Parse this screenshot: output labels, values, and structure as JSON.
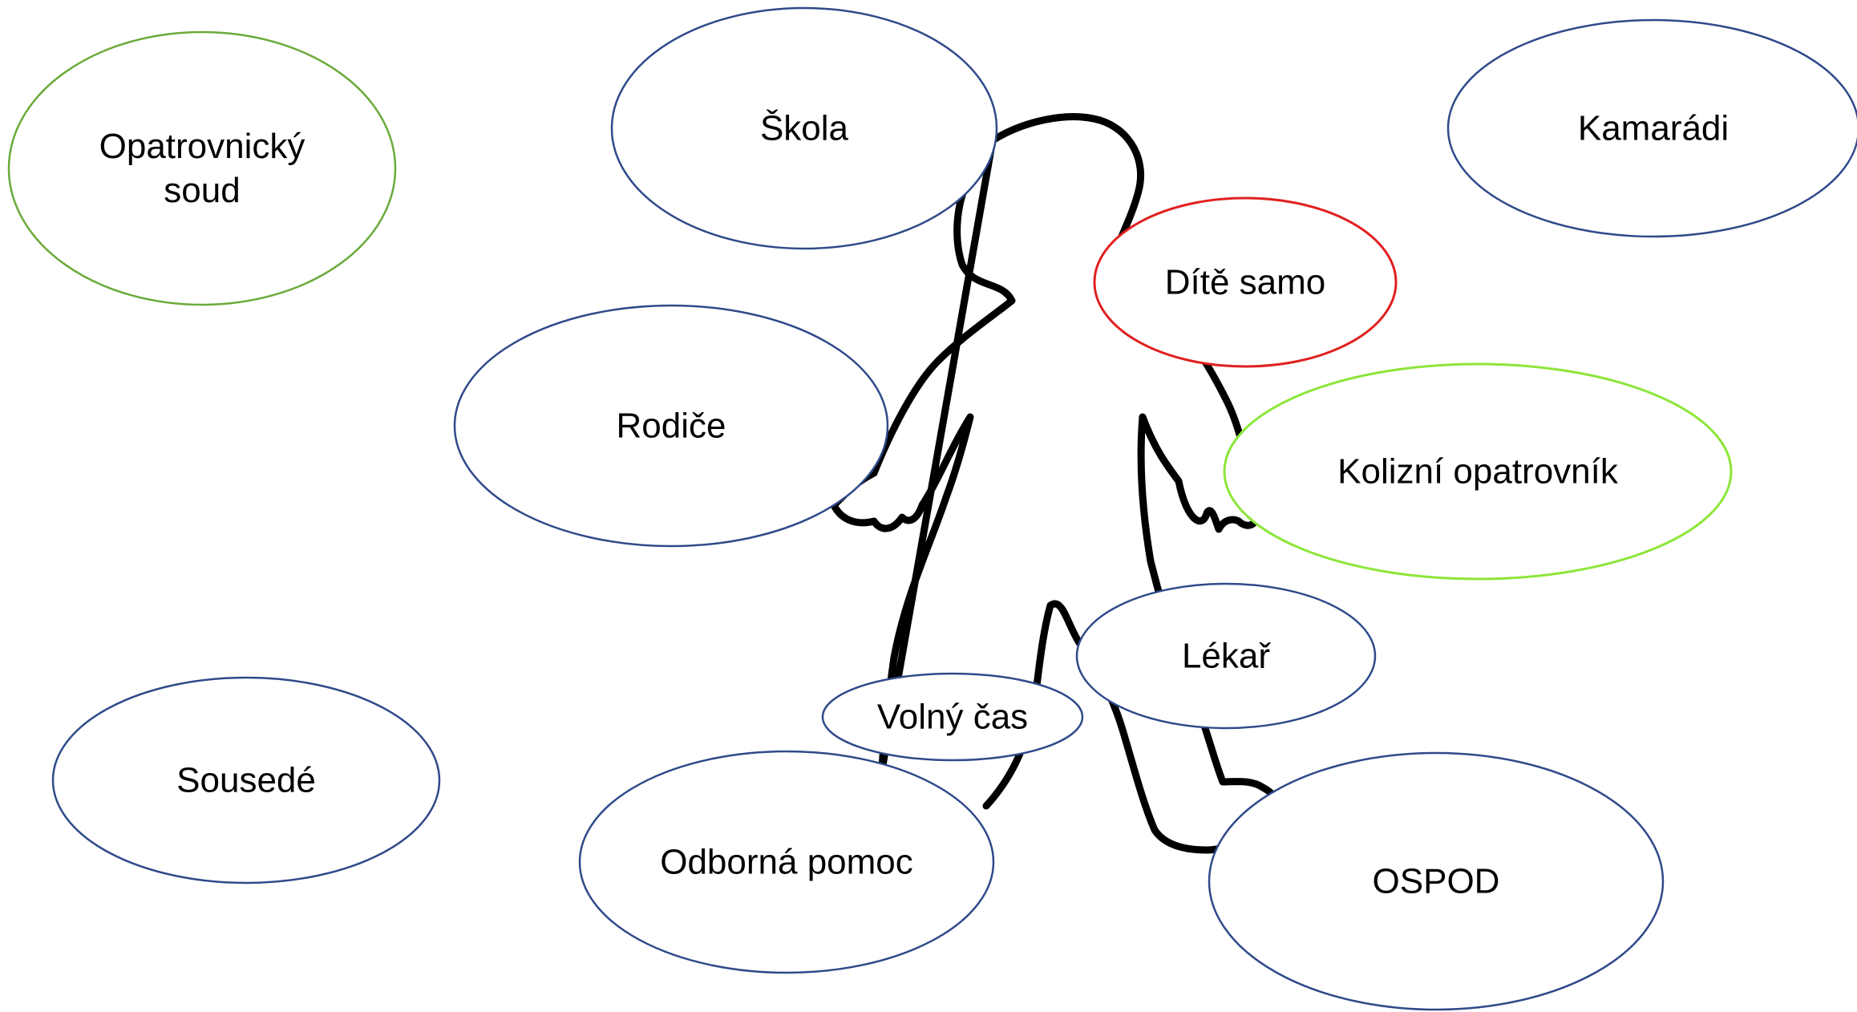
{
  "colors": {
    "default_border": "#2f4a8a",
    "child_border": "#e02020",
    "guardian_border": "#8ce63a",
    "court_border": "#6aaa3a",
    "figure_outline": "#000000",
    "text": "#000000"
  },
  "figure": {
    "icon": "child-silhouette-icon"
  },
  "nodes": {
    "opatrovnicky_soud": {
      "label": "Opatrovnický\nsoud",
      "color_key": "court_border"
    },
    "skola": {
      "label": "Škola",
      "color_key": "default_border"
    },
    "kamaradi": {
      "label": "Kamarádi",
      "color_key": "default_border"
    },
    "dite_samo": {
      "label": "Dítě samo",
      "color_key": "child_border"
    },
    "rodice": {
      "label": "Rodiče",
      "color_key": "default_border"
    },
    "kolizni_opatrovnik": {
      "label": "Kolizní opatrovník",
      "color_key": "guardian_border"
    },
    "lekar": {
      "label": "Lékař",
      "color_key": "default_border"
    },
    "volny_cas": {
      "label": "Volný čas",
      "color_key": "default_border"
    },
    "sousede": {
      "label": "Sousedé",
      "color_key": "default_border"
    },
    "odborna_pomoc": {
      "label": "Odborná pomoc",
      "color_key": "default_border"
    },
    "ospod": {
      "label": "OSPOD",
      "color_key": "default_border"
    }
  }
}
